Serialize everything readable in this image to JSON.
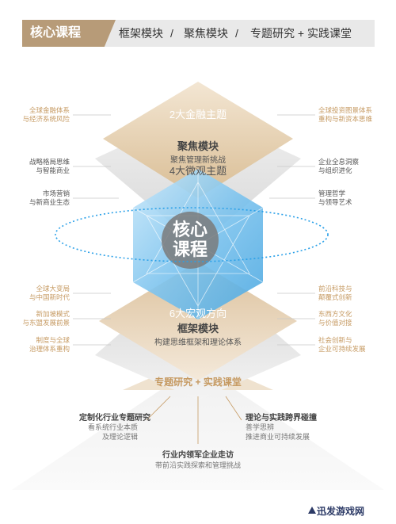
{
  "header": {
    "tag": "核心课程",
    "item1": "框架模块",
    "sep1": "/",
    "item2": "聚焦模块",
    "sep2": "/",
    "item3": "专题研究 + 实践课堂"
  },
  "top_diamond": {
    "title": "2大金融主题",
    "module": "聚焦模块",
    "subtitle": "聚焦管理新挑战",
    "micro": "4大微观主题"
  },
  "center": {
    "line1": "核心",
    "line2": "课程"
  },
  "bottom_diamond": {
    "macro": "6大宏观方向",
    "module": "框架模块",
    "subtitle": "构建思维框架和理论体系"
  },
  "left_labels": [
    {
      "lines": [
        "全球金融体系",
        "与经济系统风险"
      ],
      "style": "gold"
    },
    {
      "lines": [
        "战略格局思维",
        "与智能商业"
      ],
      "style": "gray"
    },
    {
      "lines": [
        "市场营销",
        "与新商业生态"
      ],
      "style": "gray"
    },
    {
      "lines": [
        "全球大变局",
        "与中国新时代"
      ],
      "style": "gold"
    },
    {
      "lines": [
        "新加坡模式",
        "与东盟发展前景"
      ],
      "style": "gold"
    },
    {
      "lines": [
        "制度与全球",
        "治理体系重构"
      ],
      "style": "gold"
    }
  ],
  "right_labels": [
    {
      "lines": [
        "全球投资图景体系",
        "重构与新资本思维"
      ],
      "style": "gold"
    },
    {
      "lines": [
        "企业全息洞察",
        "与组织进化"
      ],
      "style": "gray"
    },
    {
      "lines": [
        "管理哲学",
        "与领导艺术"
      ],
      "style": "gray"
    },
    {
      "lines": [
        "前沿科技与",
        "颠覆式创新"
      ],
      "style": "gold"
    },
    {
      "lines": [
        "东西方文化",
        "与价值对接"
      ],
      "style": "gold"
    },
    {
      "lines": [
        "社会创新与",
        "企业可持续发展"
      ],
      "style": "gold"
    }
  ],
  "base": {
    "title": "专题研究 + 实践课堂",
    "left": {
      "title": "定制化行业专题研究",
      "lines": [
        "看系统行业本质",
        "及理论逻辑"
      ]
    },
    "right": {
      "title": "理论与实践跨界碰撞",
      "lines": [
        "善学思辨",
        "推进商业可持续发展"
      ]
    },
    "bottom": {
      "title": "行业内领军企业走访",
      "line": "带前沿实践探索和管理挑战"
    }
  },
  "watermark": "迅发游戏网",
  "colors": {
    "accent": "#b79b78",
    "gold_text": "#c69a62",
    "center_blue": "#7cc3ee",
    "dotted_blue": "#2aa0e8"
  }
}
